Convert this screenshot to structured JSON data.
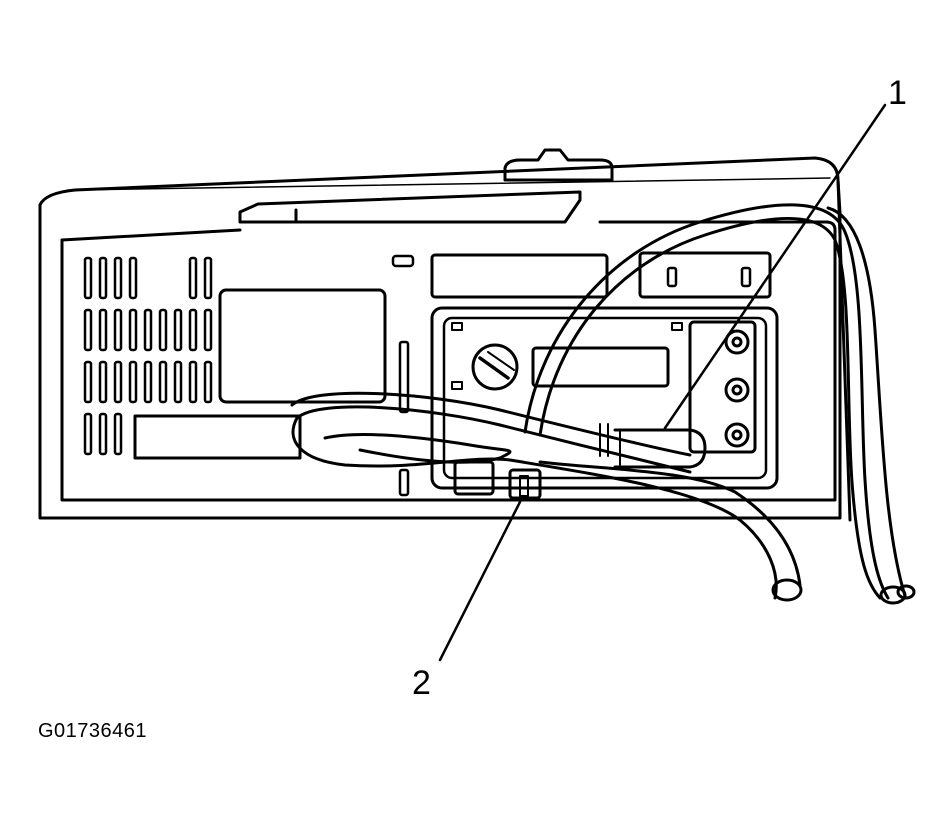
{
  "figure": {
    "id_label": "G01736461",
    "callouts": [
      {
        "number": "1"
      },
      {
        "number": "2"
      }
    ]
  },
  "style": {
    "ink": "#000000",
    "paper": "#ffffff"
  }
}
